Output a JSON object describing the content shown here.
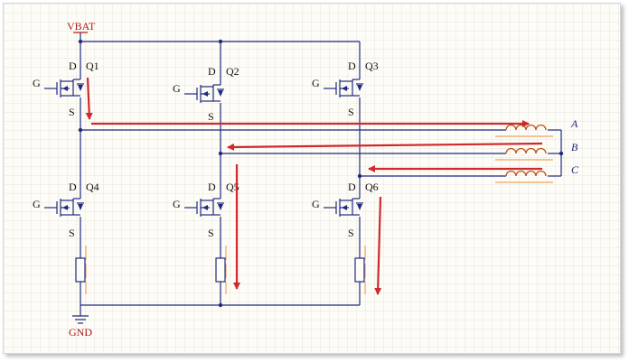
{
  "diagram": {
    "supply_label": "VBAT",
    "ground_label": "GND",
    "transistors": [
      {
        "name": "Q1",
        "gate": "G",
        "drain": "D",
        "source": "S"
      },
      {
        "name": "Q2",
        "gate": "G",
        "drain": "D",
        "source": "S"
      },
      {
        "name": "Q3",
        "gate": "G",
        "drain": "D",
        "source": "S"
      },
      {
        "name": "Q4",
        "gate": "G",
        "drain": "D",
        "source": "S"
      },
      {
        "name": "Q5",
        "gate": "G",
        "drain": "D",
        "source": "S"
      },
      {
        "name": "Q6",
        "gate": "G",
        "drain": "D",
        "source": "S"
      }
    ],
    "phases": [
      "A",
      "B",
      "C"
    ],
    "colors": {
      "wire": "#1f2a80",
      "current_arrow": "#d0282c",
      "net_label": "#b01818",
      "coil": "#c0551c",
      "coil_highlight": "#f2b27a",
      "grid_background": "#fdfcf6"
    }
  }
}
